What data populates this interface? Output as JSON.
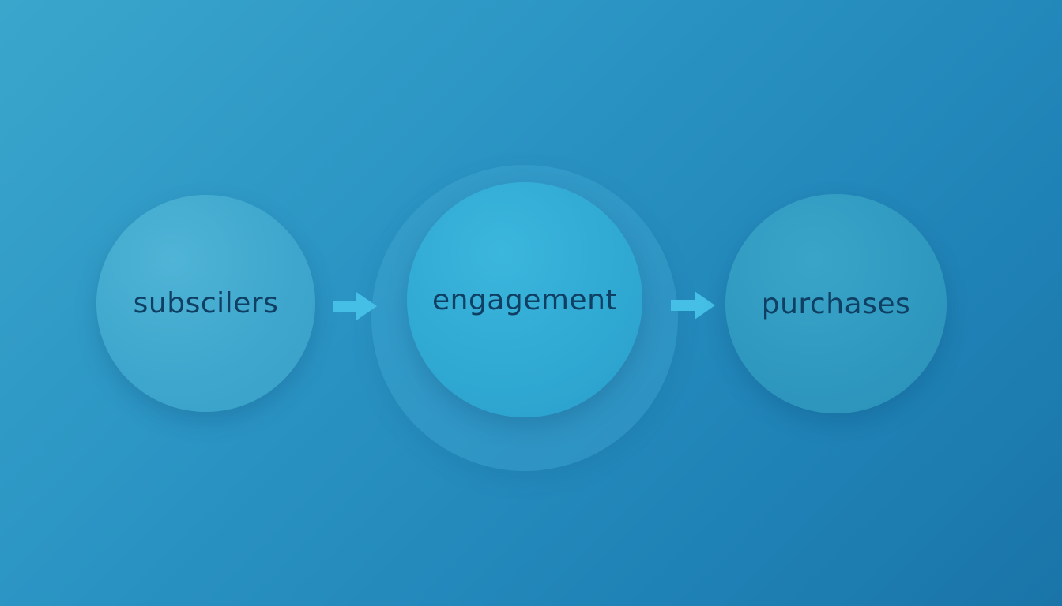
{
  "diagram": {
    "nodes": [
      {
        "label": "subscilers"
      },
      {
        "label": "engagement"
      },
      {
        "label": "purchases"
      }
    ],
    "arrow_color": "#45bfe6",
    "text_color": "#0f3f63"
  }
}
